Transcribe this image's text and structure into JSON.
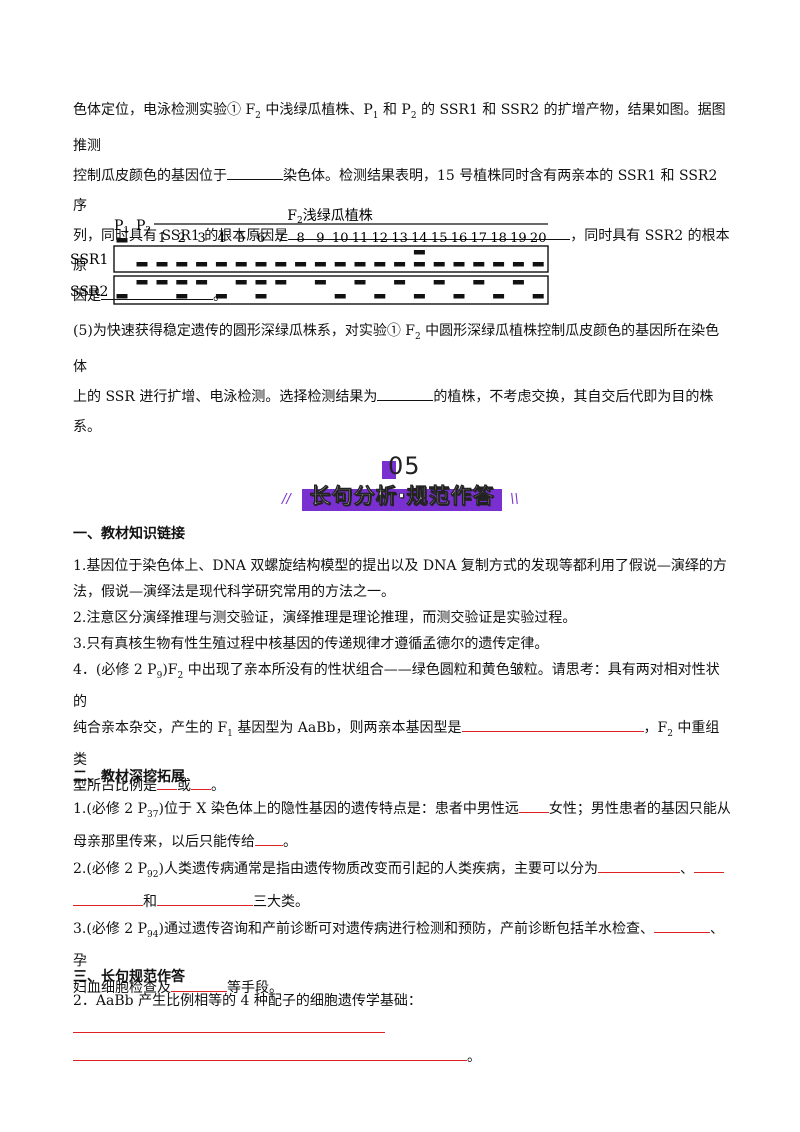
{
  "part1": {
    "l1": "色体定位，电泳检测实验① F",
    "l1_sub": "2",
    "l1b": " 中浅绿瓜植株、P",
    "l1b_sub": "1",
    "l1c": " 和 P",
    "l1c_sub": "2",
    "l1d": " 的 SSR1 和 SSR2 的扩增产物，结果如图。据图推测",
    "l2a": "控制瓜皮颜色的基因位于",
    "l2b": "染色体。检测结果表明，15 号植株同时含有两亲本的 SSR1 和 SSR2 序",
    "l3a": "列，同时具有 SSR1 的根本原因是",
    "l3b": "，同时具有 SSR2 的根本原",
    "l4a": "因是",
    "l4b": "。"
  },
  "gel": {
    "title": "F",
    "title_sub": "2",
    "title_rest": "浅绿瓜植株",
    "p1": "P",
    "p1_sub": "1",
    "p2": "P",
    "p2_sub": "2",
    "lanes": [
      "1",
      "2",
      "3",
      "4",
      "5",
      "6",
      "7",
      "8",
      "9",
      "10",
      "11",
      "12",
      "13",
      "14",
      "15",
      "16",
      "17",
      "18",
      "19",
      "20"
    ],
    "row1_label": "SSR1",
    "row2_label": "SSR2",
    "ssr1": [
      "up",
      "down",
      "down",
      "down",
      "down",
      "down",
      "down",
      "down",
      "down",
      "down",
      "down",
      "down",
      "down",
      "down",
      "down",
      "both",
      "down",
      "down",
      "down",
      "down",
      "down",
      "down"
    ],
    "ssr2": [
      "down",
      "up",
      "up",
      "both",
      "up",
      "down",
      "up",
      "both",
      "up",
      "none",
      "up",
      "down",
      "up",
      "down",
      "up",
      "down",
      "up",
      "down",
      "up",
      "down",
      "up",
      "down"
    ]
  },
  "part5": {
    "l1": "(5)为快速获得稳定遗传的圆形深绿瓜株系，对实验① F",
    "l1_sub": "2",
    "l1b": " 中圆形深绿瓜植株控制瓜皮颜色的基因所在染色体",
    "l2a": "上的 SSR 进行扩增、电泳检测。选择检测结果为",
    "l2b": "的植株，不考虑交换，其自交后代即为目的株系。"
  },
  "section": {
    "number": "05",
    "title": "长句分析·规范作答",
    "slash_left": "//",
    "slash_right": "\\\\"
  },
  "s1": {
    "heading": "一、教材知识链接",
    "p1a": "1.基因位于染色体上、DNA 双螺旋结构模型的提出以及 DNA 复制方式的发现等都利用了假说—演绎的方",
    "p1b": "法，假说—演绎法是现代科学研究常用的方法之一。",
    "p2": "2.注意区分演绎推理与测交验证，演绎推理是理论推理，而测交验证是实验过程。",
    "p3": "3.只有真核生物有性生殖过程中核基因的传递规律才遵循孟德尔的遗传定律。",
    "p4a": "4．(必修 2 P",
    "p4a_sub": "9",
    "p4b": ")F",
    "p4b_sub": "2",
    "p4c": " 中出现了亲本所没有的性状组合——绿色圆粒和黄色皱粒。请思考：具有两对相对性状的",
    "p4d": "纯合亲本杂交，产生的 F",
    "p4d_sub": "1",
    "p4e": " 基因型为 AaBb，则两亲本基因型是",
    "p4f": "，F",
    "p4f_sub": "2",
    "p4g": " 中重组类",
    "p4h": "型所占比例是",
    "p4i": "或",
    "p4j": "。"
  },
  "s2": {
    "heading": "二、教材深挖拓展",
    "p1a": "1.(必修 2 P",
    "p1a_sub": "37",
    "p1b": ")位于 X 染色体上的隐性基因的遗传特点是：患者中男性远",
    "p1c": "女性；男性患者的基因只能从",
    "p1d": "母亲那里传来，以后只能传给",
    "p1e": "。",
    "p2a": "2.(必修 2 P",
    "p2a_sub": "92",
    "p2b": ")人类遗传病通常是指由遗传物质改变而引起的人类疾病，主要可以分为",
    "p2c": "、",
    "p2d": "和",
    "p2e": "三大类。",
    "p3a": "3.(必修 2 P",
    "p3a_sub": "94",
    "p3b": ")通过遗传咨询和产前诊断可对遗传病进行检测和预防，产前诊断包括羊水检查、",
    "p3c": "、孕",
    "p3d": "妇血细胞检查及",
    "p3e": "等手段。"
  },
  "s3": {
    "heading": "三、长句规范作答",
    "p1a": "2．AaBb 产生比例相等的 4 种配子的细胞遗传学基础：",
    "p1b": "。"
  }
}
